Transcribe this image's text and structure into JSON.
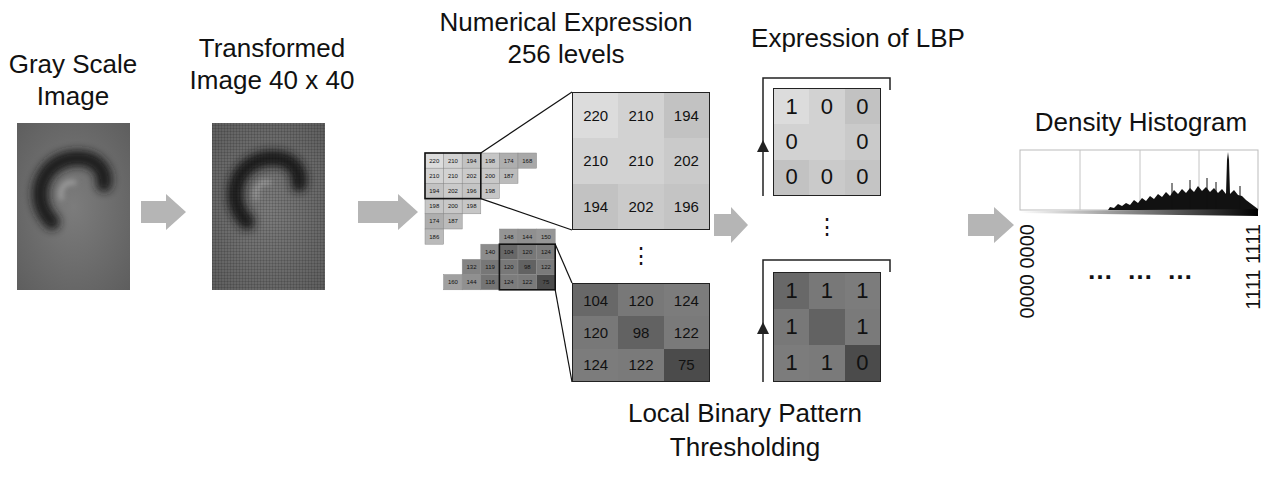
{
  "diagram": {
    "nodes": [
      {
        "text": [
          "Gray Scale Image"
        ]
      },
      {
        "text": [
          "Transformed Image 40 x 40"
        ]
      },
      {
        "text": [
          "Numerical Expression 256 levels"
        ]
      },
      {
        "text": [
          "220",
          "210",
          "194",
          "210",
          "210",
          "202",
          "194",
          "202",
          "196"
        ],
        "in": 2
      },
      {
        "text": [
          "104",
          "120",
          "124",
          "120",
          "98",
          "122",
          "124",
          "122",
          "75"
        ],
        "in": 2
      },
      {
        "text": [
          "Expression of LBP"
        ]
      },
      {
        "text": [
          "1",
          "0",
          "0",
          "0",
          "0",
          "0",
          "0",
          "0"
        ],
        "in": 5
      },
      {
        "text": [
          "1",
          "1",
          "1",
          "1",
          "1",
          "1",
          "1",
          "0"
        ],
        "in": 5
      },
      {
        "text": [
          "Density Histogram"
        ]
      }
    ],
    "edges": [
      {
        "from": 0,
        "to": 1,
        "arrow": "to"
      },
      {
        "from": 1,
        "to": 2,
        "arrow": "to"
      },
      {
        "from": 2,
        "to": 5,
        "arrow": "to",
        "label": "Local Binary Pattern Thresholding"
      },
      {
        "from": 5,
        "to": 8,
        "arrow": "to"
      }
    ],
    "labels": [
      "220",
      "210",
      "194",
      "198",
      "174",
      "168",
      "210",
      "210",
      "202",
      "200",
      "187",
      "194",
      "202",
      "196",
      "198",
      "198",
      "200",
      "198",
      "174",
      "187",
      "186",
      "148",
      "144",
      "150",
      "140",
      "104",
      "120",
      "124",
      "132",
      "119",
      "120",
      "98",
      "122",
      "160",
      "144",
      "116",
      "124",
      "122",
      "75",
      "⋮",
      "⋮",
      "0000 0000",
      "1111 1111",
      "…",
      "…",
      "…"
    ]
  }
}
